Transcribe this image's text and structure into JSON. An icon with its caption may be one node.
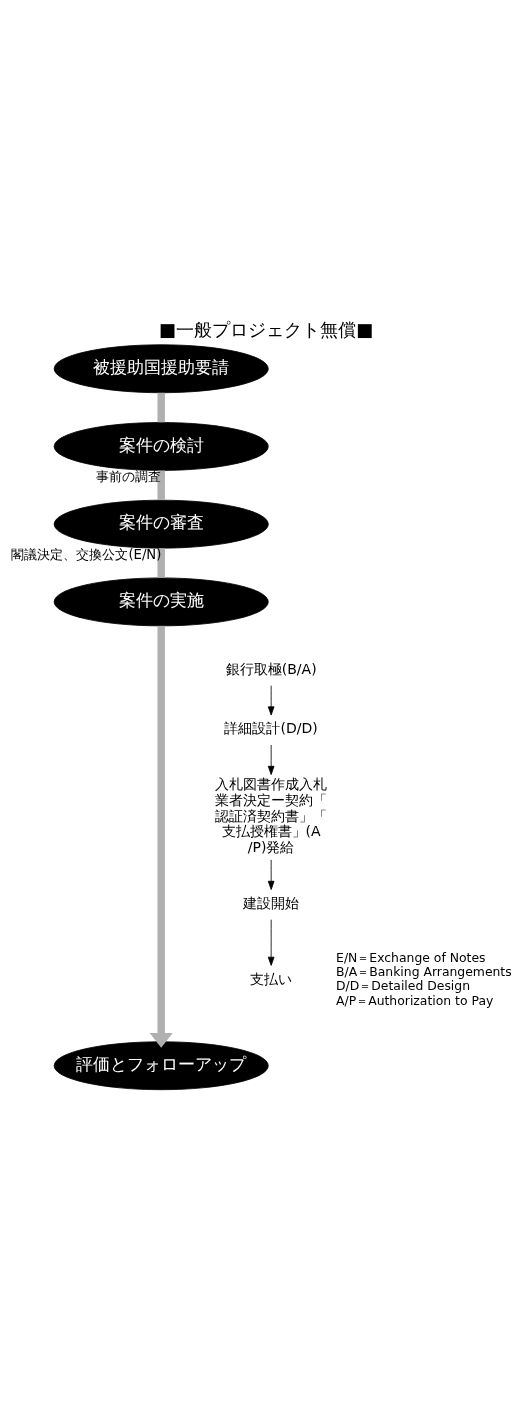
{
  "diagram": {
    "title": "■一般プロジェクト無償■",
    "nodes": [
      {
        "text": [
          "被援助国援助要請"
        ]
      },
      {
        "text": [
          "案件の検討"
        ]
      },
      {
        "text": [
          "案件の審査"
        ]
      },
      {
        "text": [
          "案件の実施"
        ]
      },
      {
        "text": [
          "評価とフォローアップ"
        ]
      },
      {
        "text": [
          "銀行取極(B/A)"
        ]
      },
      {
        "text": [
          "詳細設計(D/D)"
        ]
      },
      {
        "text": [
          "入札図書作成入札業者決定ー契約「認証済契約書」「支払授権書」(A/P)発給"
        ]
      },
      {
        "text": [
          "建設開始"
        ]
      },
      {
        "text": [
          "支払い"
        ]
      }
    ],
    "edges": [
      {
        "from": 0,
        "to": 1,
        "arrow": "none",
        "style": "thick",
        "color": "#b0b0b0"
      },
      {
        "from": 1,
        "to": 2,
        "arrow": "none",
        "style": "thick",
        "color": "#b0b0b0",
        "label": "事前の調査"
      },
      {
        "from": 2,
        "to": 3,
        "arrow": "none",
        "style": "thick",
        "color": "#b0b0b0",
        "label": "閣議決定、交換公文(E/N)"
      },
      {
        "from": 3,
        "to": 4,
        "arrow": "to",
        "style": "thick",
        "color": "#b0b0b0"
      },
      {
        "from": 5,
        "to": 6,
        "arrow": "to",
        "color": "#000000"
      },
      {
        "from": 6,
        "to": 7,
        "arrow": "to",
        "color": "#000000"
      },
      {
        "from": 7,
        "to": 8,
        "arrow": "to",
        "color": "#000000"
      },
      {
        "from": 8,
        "to": 9,
        "arrow": "to",
        "color": "#000000"
      }
    ],
    "labels": [
      "E/N＝Exchange of Notes",
      "B/A＝Banking Arrangements",
      "D/D＝Detailed Design",
      "A/P＝Authorization to Pay"
    ]
  }
}
